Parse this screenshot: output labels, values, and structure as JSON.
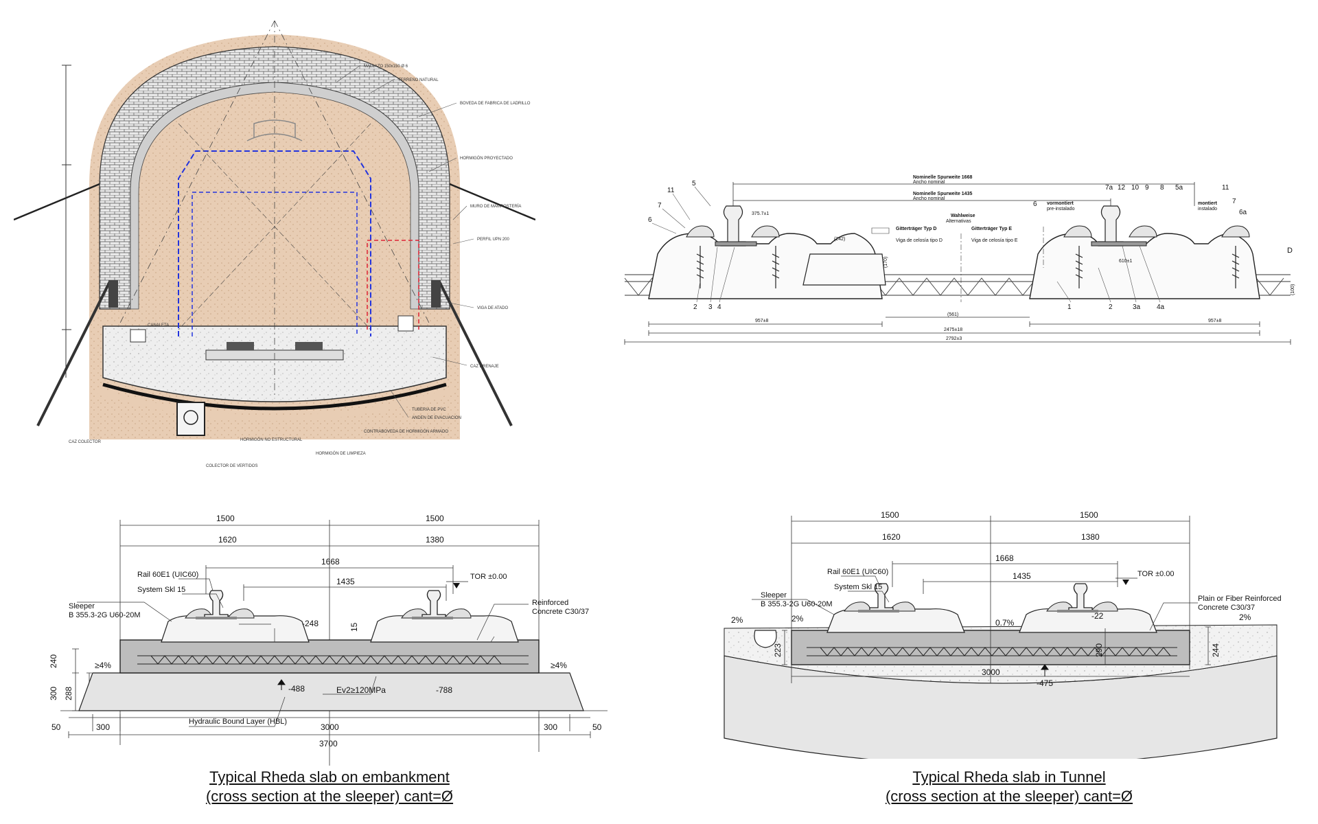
{
  "tunnel": {
    "labels": [
      "MALLAZO 150x150 Ø 6",
      "TERRENO NATURAL",
      "BOVEDA DE FABRICA DE LADRILLO",
      "HORMIGÓN PROYECTADO",
      "MURO DE MAMPOSTERÍA",
      "PERFIL UPN 200",
      "VIGA DE ATADO",
      "CANALETA",
      "HORMIGÓN NO ESTRUCTURAL",
      "HORMIGÓN DE LIMPIEZA",
      "CONTRABOVEDA DE HORMIGÓN ARMADO",
      "ANDEN DE EVACUACION",
      "TUBERIA DE PVC",
      "CAZ COLECTOR",
      "COLECTOR DE VERTIDOS",
      "CAZ DRENAJE"
    ]
  },
  "plate": {
    "top_label_1": "Nominelle Spurweite 1668",
    "top_sub_1": "Ancho nominal",
    "top_label_2": "Nominelle Spurweite 1435",
    "top_sub_2": "Ancho nominal",
    "wahl": "Wahlweise",
    "alt": "Alternativas",
    "gitter_d": "Gitterträger Typ D",
    "gitter_d_es": "Viga de celosía tipo D",
    "gitter_e": "Gitterträger Typ E",
    "gitter_e_es": "Viga de celosía tipo E",
    "vormontiert": "vormontiert",
    "preinstalado": "pre-instalado",
    "montiert": "montiert",
    "instalado": "instalado",
    "d_label": "D",
    "dim_242": "(242)",
    "dim_561": "(561)",
    "dim_957a": "957±8",
    "dim_957b": "957±8",
    "dim_2475": "2475±18",
    "dim_2792": "2792±3",
    "dim_375": "375.7±1",
    "dim_610": "610±1",
    "dim_170": "(170)",
    "dim_100": "(100)",
    "left_callouts": [
      "11",
      "7",
      "6",
      "5"
    ],
    "bottom_callouts_left": [
      "2",
      "3",
      "4"
    ],
    "bottom_callouts_right": [
      "1",
      "2",
      "3a",
      "4a"
    ],
    "right_callouts": [
      "7a",
      "12",
      "10",
      "9",
      "8",
      "5a",
      "11",
      "7",
      "6a",
      "6"
    ]
  },
  "embankment": {
    "dim_1500a": "1500",
    "dim_1500b": "1500",
    "dim_1620": "1620",
    "dim_1380": "1380",
    "dim_1668": "1668",
    "dim_1435": "1435",
    "rail": "Rail 60E1 (UIC60)",
    "system": "System Skl 15",
    "sleeper": "Sleeper",
    "sleeper_type": "B 355.3-2G U60-20M",
    "tor": "TOR ±0.00",
    "reinforced": "Reinforced",
    "concrete": "Concrete C30/37",
    "dim_248": "-248",
    "dim_15": "15",
    "dim_240": "240",
    "dim_300": "300",
    "dim_288": "288",
    "slope_l": "≥4%",
    "slope_r": "≥4%",
    "dim_488": "-488",
    "ev2": "Ev2≥120MPa",
    "dim_788": "-788",
    "hbl": "Hydraulic Bound Layer (HBL)",
    "b50a": "50",
    "b300a": "300",
    "b3000": "3000",
    "b300b": "300",
    "b50b": "50",
    "b3700": "3700",
    "caption_1": "Typical Rheda slab on embankment",
    "caption_2": "(cross section at the sleeper) cant=Ø"
  },
  "tunnel_slab": {
    "dim_1500a": "1500",
    "dim_1500b": "1500",
    "dim_1620": "1620",
    "dim_1380": "1380",
    "dim_1668": "1668",
    "dim_1435": "1435",
    "rail": "Rail 60E1 (UIC60)",
    "system": "System Skl 15",
    "sleeper": "Sleeper",
    "sleeper_type": "B 355.3-2G U60-20M",
    "tor": "TOR ±0.00",
    "plain": "Plain or Fiber Reinforced",
    "concrete": "Concrete C30/37",
    "slope_a": "2%",
    "slope_b": "2%",
    "slope_c": "2%",
    "slope_07": "0.7%",
    "dim_223": "223",
    "dim_244": "244",
    "dim_290": "290",
    "dim_3000": "3000",
    "dim_475": "-475",
    "dim_22": "-22",
    "caption_1": "Typical Rheda slab  in Tunnel",
    "caption_2": "(cross section at the sleeper) cant=Ø"
  }
}
